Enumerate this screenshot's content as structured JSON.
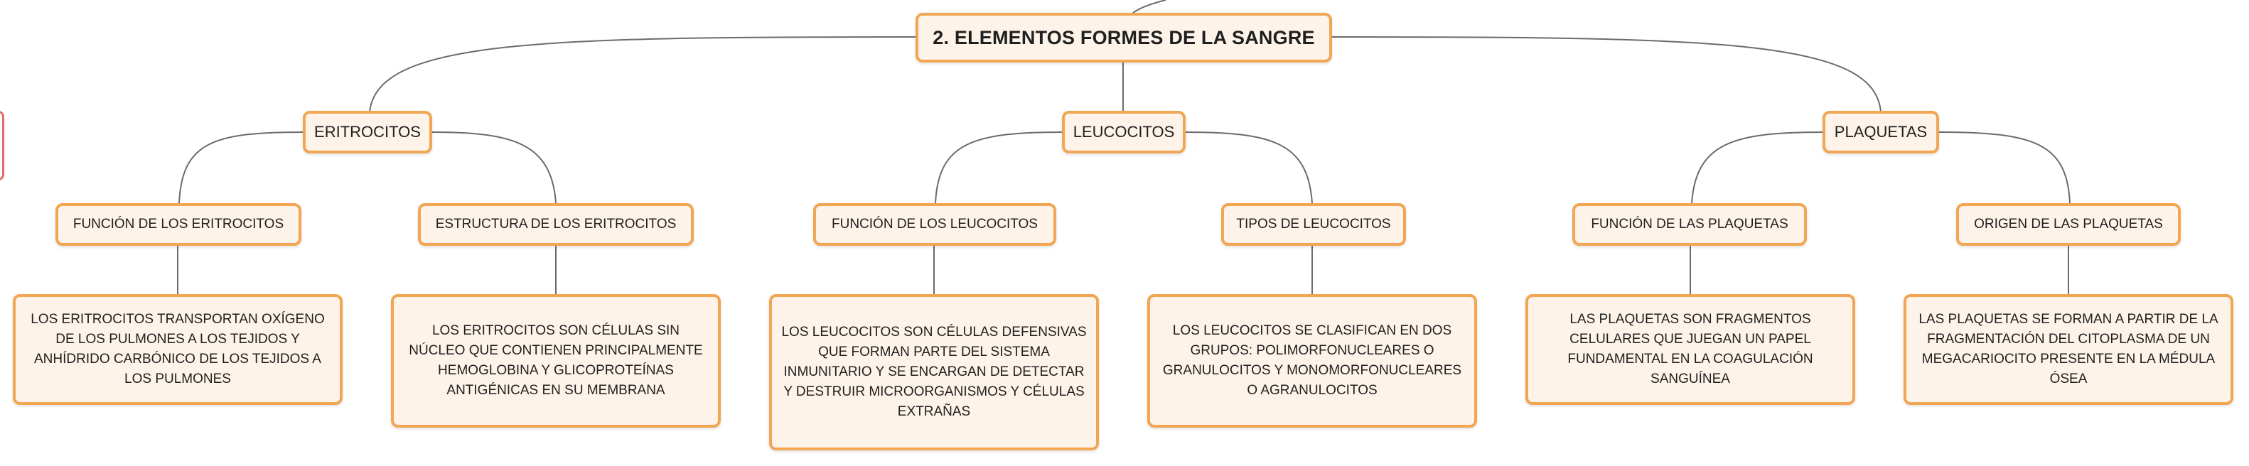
{
  "mindmap": {
    "root": {
      "label": "2. ELEMENTOS FORMES DE LA SANGRE"
    },
    "branches": [
      {
        "label": "ERITROCITOS",
        "topics": [
          {
            "label": "FUNCIÓN DE LOS ERITROCITOS",
            "detail": "LOS ERITROCITOS TRANSPORTAN OXÍGENO DE LOS PULMONES A LOS TEJIDOS Y ANHÍDRIDO CARBÓNICO DE LOS TEJIDOS A LOS PULMONES"
          },
          {
            "label": "ESTRUCTURA DE LOS ERITROCITOS",
            "detail": "LOS ERITROCITOS SON CÉLULAS SIN NÚCLEO QUE CONTIENEN PRINCIPALMENTE HEMOGLOBINA Y GLICOPROTEÍNAS ANTIGÉNICAS EN SU MEMBRANA"
          }
        ]
      },
      {
        "label": "LEUCOCITOS",
        "topics": [
          {
            "label": "FUNCIÓN DE LOS LEUCOCITOS",
            "detail": "LOS LEUCOCITOS SON CÉLULAS DEFENSIVAS QUE FORMAN PARTE DEL SISTEMA INMUNITARIO Y SE ENCARGAN DE DETECTAR Y DESTRUIR MICROORGANISMOS Y CÉLULAS EXTRAÑAS"
          },
          {
            "label": "TIPOS DE LEUCOCITOS",
            "detail": "LOS LEUCOCITOS SE CLASIFICAN EN DOS GRUPOS: POLIMORFONUCLEARES O GRANULOCITOS Y MONOMORFONUCLEARES O AGRANULOCITOS"
          }
        ]
      },
      {
        "label": "PLAQUETAS",
        "topics": [
          {
            "label": "FUNCIÓN DE LAS PLAQUETAS",
            "detail": "LAS PLAQUETAS SON FRAGMENTOS CELULARES QUE JUEGAN UN PAPEL FUNDAMENTAL EN LA COAGULACIÓN SANGUÍNEA"
          },
          {
            "label": "ORIGEN DE LAS PLAQUETAS",
            "detail": "LAS PLAQUETAS SE FORMAN A PARTIR DE LA FRAGMENTACIÓN DEL CITOPLASMA DE UN MEGACARIOCITO PRESENTE EN LA MÉDULA ÓSEA"
          }
        ]
      }
    ]
  },
  "colors": {
    "node_fill": "#fdf3e9",
    "node_border": "#f2a653",
    "connector": "#6b6b6b",
    "edge_tab": "#e06c6c"
  }
}
